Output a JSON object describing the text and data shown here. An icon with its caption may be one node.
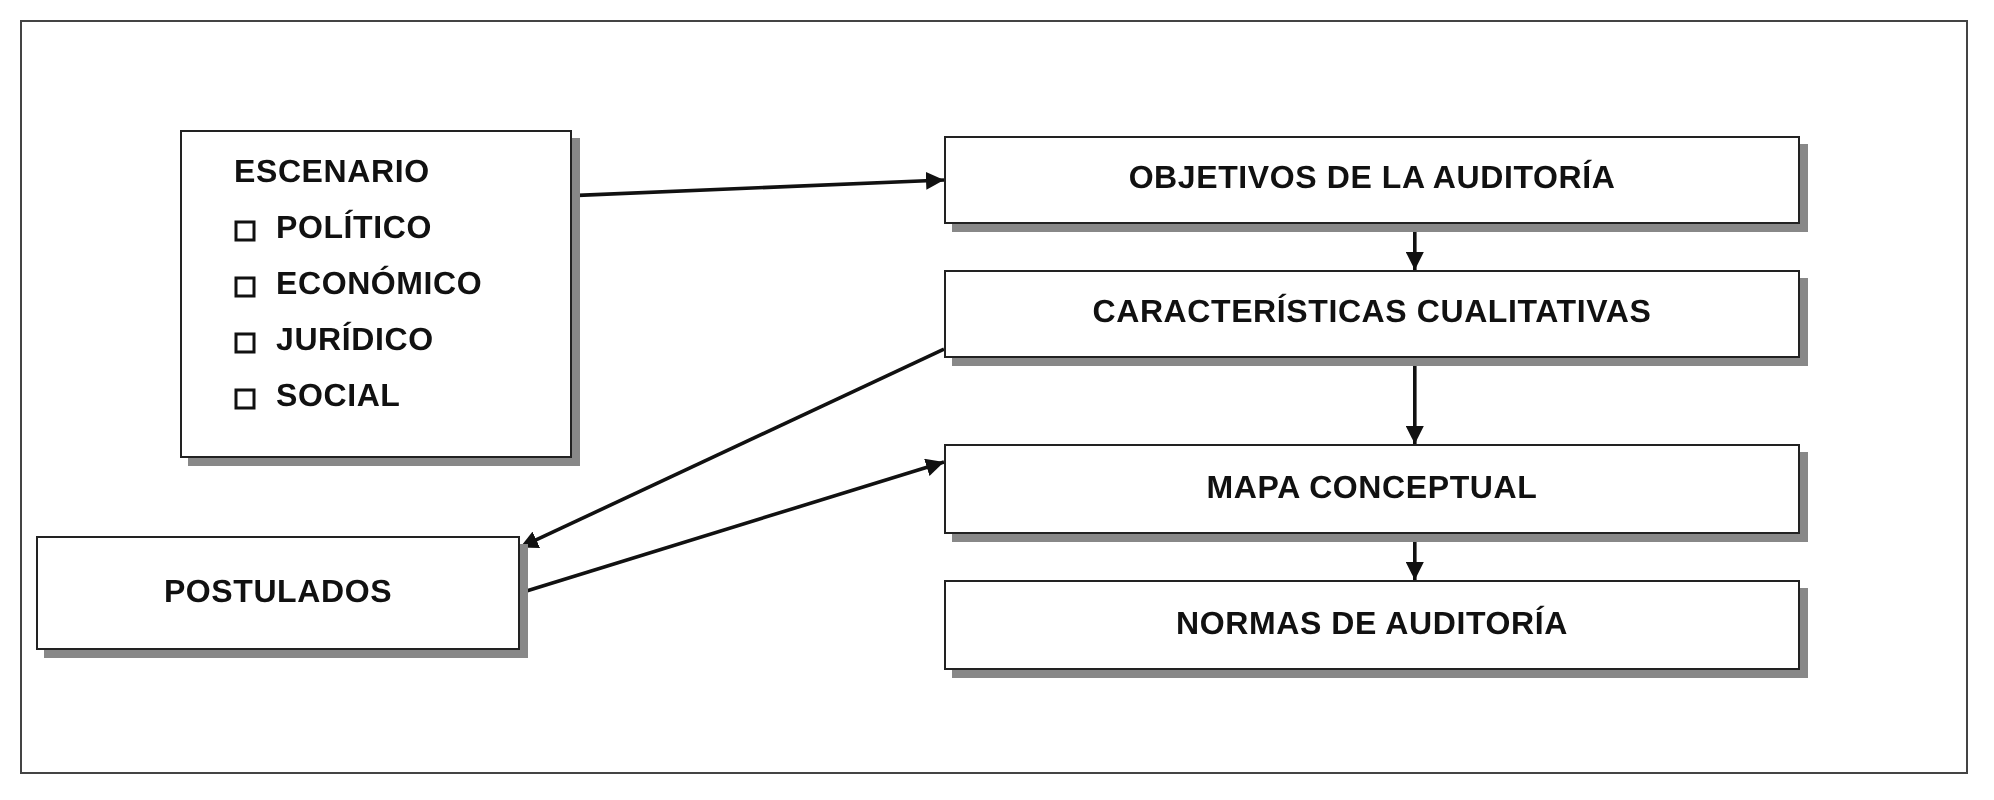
{
  "diagram": {
    "nodes": [
      {
        "text": [
          "ESCENARIO",
          "POLÍTICO",
          "ECONÓMICO",
          "JURÍDICO",
          "SOCIAL"
        ]
      },
      {
        "text": [
          "OBJETIVOS DE LA AUDITORÍA"
        ]
      },
      {
        "text": [
          "CARACTERÍSTICAS CUALITATIVAS"
        ]
      },
      {
        "text": [
          "POSTULADOS"
        ]
      },
      {
        "text": [
          "MAPA CONCEPTUAL"
        ]
      },
      {
        "text": [
          "NORMAS DE AUDITORÍA"
        ]
      }
    ],
    "edges": [
      {
        "from": 0,
        "to": 1,
        "arrow": "to"
      },
      {
        "from": 1,
        "to": 2,
        "arrow": "to"
      },
      {
        "from": 2,
        "to": 4,
        "arrow": "to"
      },
      {
        "from": 2,
        "to": 3,
        "arrow": "to"
      },
      {
        "from": 3,
        "to": 4,
        "arrow": "to"
      },
      {
        "from": 4,
        "to": 5,
        "arrow": "to"
      }
    ]
  }
}
